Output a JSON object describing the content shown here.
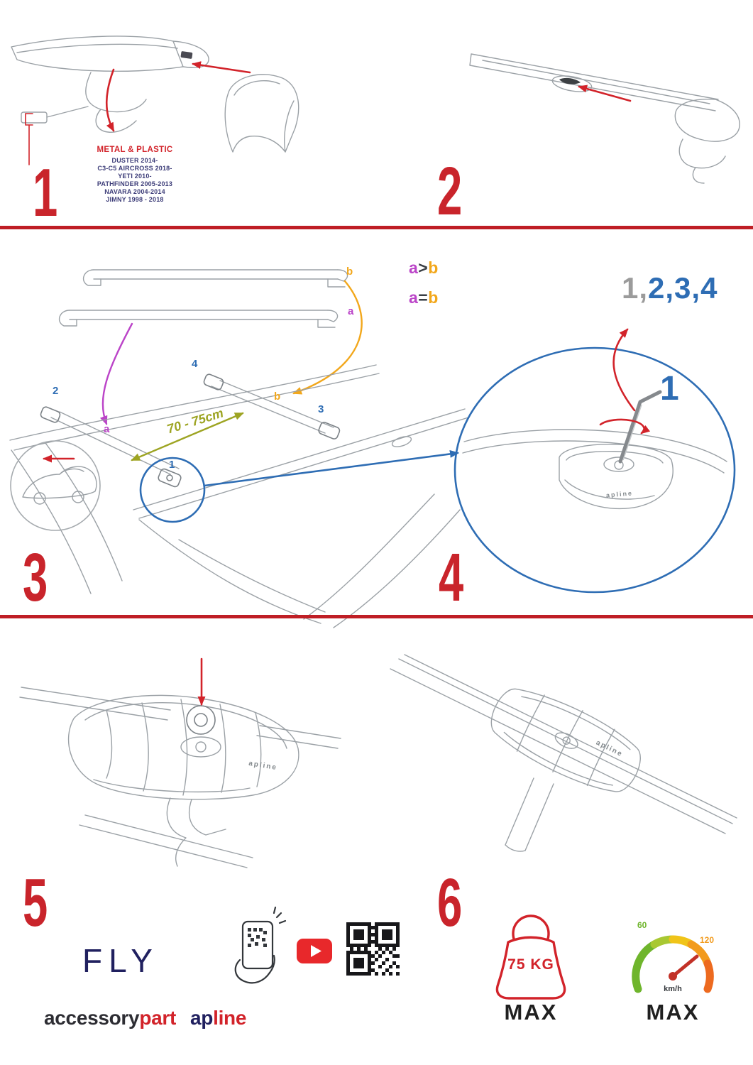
{
  "colors": {
    "accent_red": "#d2232a",
    "blue": "#2e6db4",
    "magenta": "#bb44c8",
    "orange": "#f2a71b",
    "olive": "#9da422",
    "navy": "#20205f",
    "brand_dark": "#2d2d33",
    "sequence_gray": "#9b9b9b",
    "gauge_green": "#6fb52c",
    "youtube_red": "#e8282b"
  },
  "steps": [
    "1",
    "2",
    "3",
    "4",
    "5",
    "6"
  ],
  "panel1": {
    "material_label": "METAL & PLASTIC",
    "models": [
      "DUSTER 2014-",
      "C3-C5 AIRCROSS 2018-",
      "YETI 2010-",
      "PATHFINDER 2005-2013",
      "NAVARA 2004-2014",
      "JIMNY 1998 - 2018"
    ]
  },
  "panel3": {
    "bar_label_top": "b",
    "bar_label_bottom": "a",
    "rule_gt": {
      "left": "a",
      "op": ">",
      "right": "b"
    },
    "rule_eq": {
      "left": "a",
      "op": "=",
      "right": "b"
    },
    "dimension_label": "70 - 75cm",
    "positions": {
      "front_left": "2",
      "rear_top": "4",
      "rear_right": "3",
      "mid_b": "b",
      "mid_a": "a",
      "circled": "1"
    }
  },
  "panel4": {
    "sequence_first": "1,",
    "sequence_rest": "2,3,4",
    "step_one_label": "1",
    "clamp_logo": "apline"
  },
  "panel5": {
    "clamp_logo": "apline"
  },
  "panel6": {
    "clamp_logo": "apline"
  },
  "footer": {
    "product_name": "FLY",
    "brand_accessory": "accessory",
    "brand_part": "part",
    "brand_ap": "ap",
    "brand_line": "line",
    "weight_value": "75 KG",
    "weight_max_label": "MAX",
    "speed_min": "60",
    "speed_max_value": "120",
    "speed_unit": "km/h",
    "speed_max_label": "MAX"
  }
}
